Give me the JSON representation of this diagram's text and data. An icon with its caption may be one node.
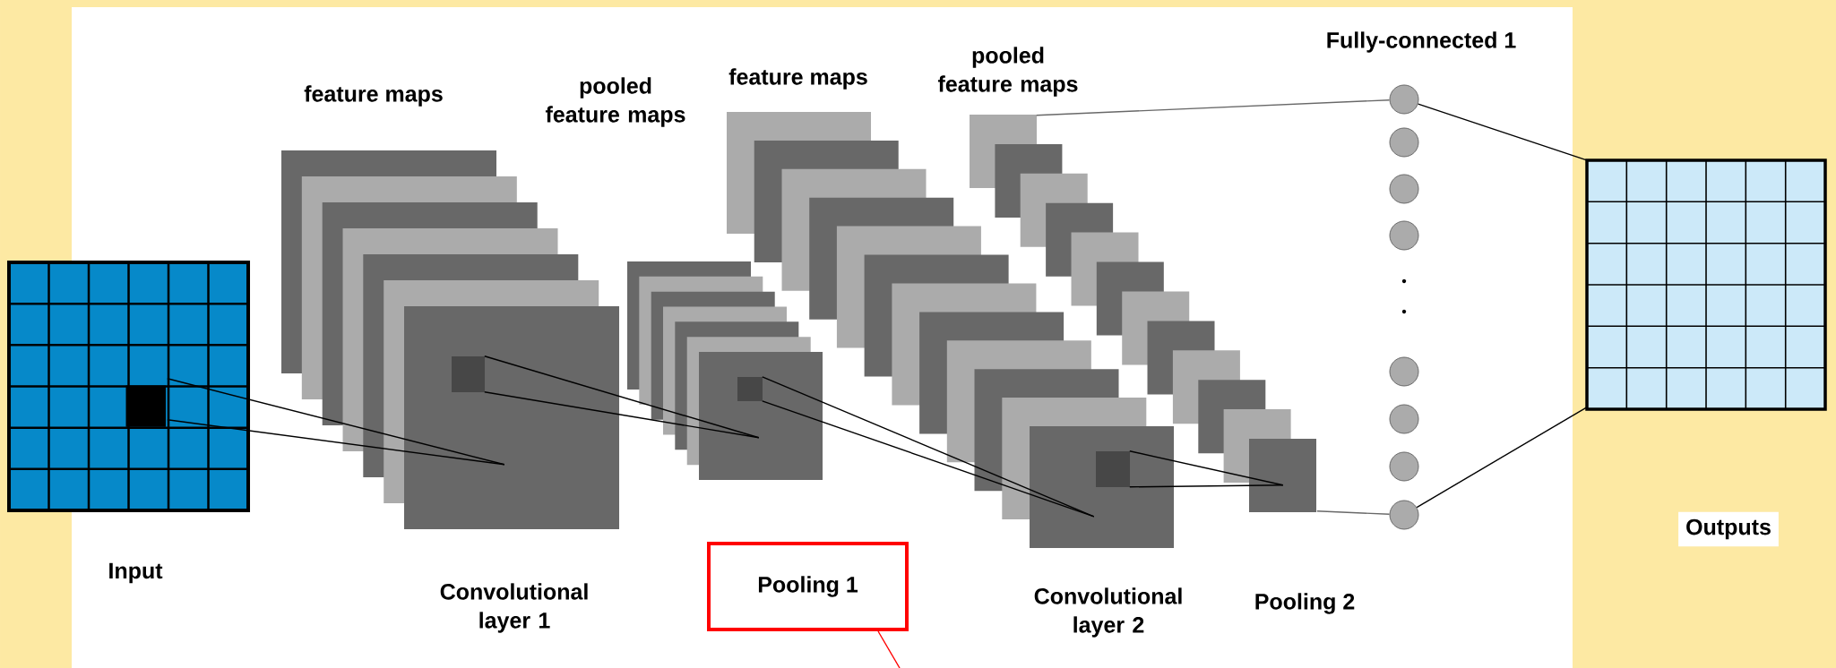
{
  "diagram": {
    "nodes": [
      {
        "text": [],
        "shape": "picture"
      },
      {
        "text": [],
        "shape": "picture"
      },
      {
        "text": [],
        "shape": "picture"
      },
      {
        "text": [],
        "shape": "picture"
      },
      {
        "text": [],
        "shape": "box"
      },
      {
        "text": [],
        "shape": "circle"
      },
      {
        "text": [],
        "shape": "circle"
      },
      {
        "text": [],
        "shape": "circle"
      },
      {
        "text": [],
        "shape": "circle"
      },
      {
        "text": [],
        "shape": "circle"
      },
      {
        "text": [],
        "shape": "circle"
      },
      {
        "text": [],
        "shape": "circle"
      },
      {
        "text": [],
        "shape": "circle"
      },
      {
        "text": [],
        "shape": "picture"
      },
      {
        "text": [
          "Pooling 1"
        ]
      },
      {
        "text": [],
        "shape": "box"
      }
    ],
    "edges": [
      {
        "from": 0,
        "to": 1,
        "arrow": "none"
      },
      {
        "from": 0,
        "to": 1,
        "arrow": "none"
      },
      {
        "from": 1,
        "to": 2,
        "arrow": "none"
      },
      {
        "from": 1,
        "to": 2,
        "arrow": "none"
      },
      {
        "from": 2,
        "to": 3,
        "arrow": "none"
      },
      {
        "from": 2,
        "to": 3,
        "arrow": "none"
      },
      {
        "from": 3,
        "to": 4,
        "arrow": "none"
      },
      {
        "from": 3,
        "to": 4,
        "arrow": "none"
      },
      {
        "from": 15,
        "to": 5,
        "arrow": "none",
        "color": "#686868"
      },
      {
        "from": 4,
        "to": 12,
        "arrow": "none",
        "color": "#686868"
      },
      {
        "from": 5,
        "to": 13,
        "arrow": "none"
      },
      {
        "from": 12,
        "to": 13,
        "arrow": "none"
      },
      {
        "from": 14,
        "to": null,
        "arrow": "none",
        "color": "#ff0000"
      }
    ],
    "labels": [
      "feature maps",
      "pooled feature maps",
      "feature maps",
      "pooled feature maps",
      "Fully-connected 1",
      "Input",
      "Convolutional layer 1",
      "Convolutional layer 2",
      "Pooling 2",
      "Outputs"
    ]
  }
}
